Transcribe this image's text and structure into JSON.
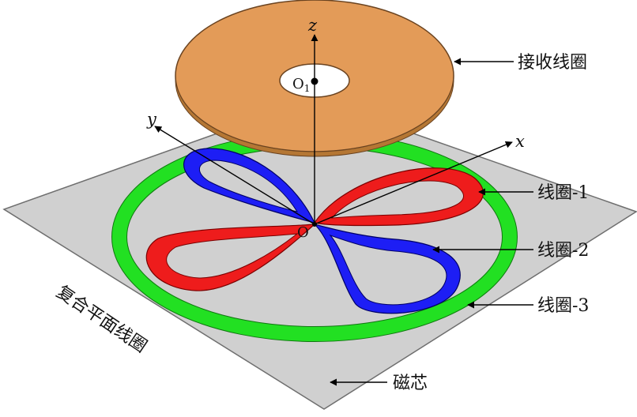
{
  "labels": {
    "receive_coil": "接收线圈",
    "coil_1": "线圈-1",
    "coil_2": "线圈-2",
    "coil_3": "线圈-3",
    "magnetic_core": "磁芯",
    "composite_planar_coil": "复合平面线圈"
  },
  "axes": {
    "x": "x",
    "y": "y",
    "z": "z"
  },
  "origins": {
    "o": "O",
    "o1": "O",
    "o1_sub": "1"
  },
  "colors": {
    "receive_coil": "#e39b58",
    "coil_red": "#ee1c1c",
    "coil_blue": "#1d1ef5",
    "coil_green": "#22e022",
    "core": "#d0d0d0"
  }
}
